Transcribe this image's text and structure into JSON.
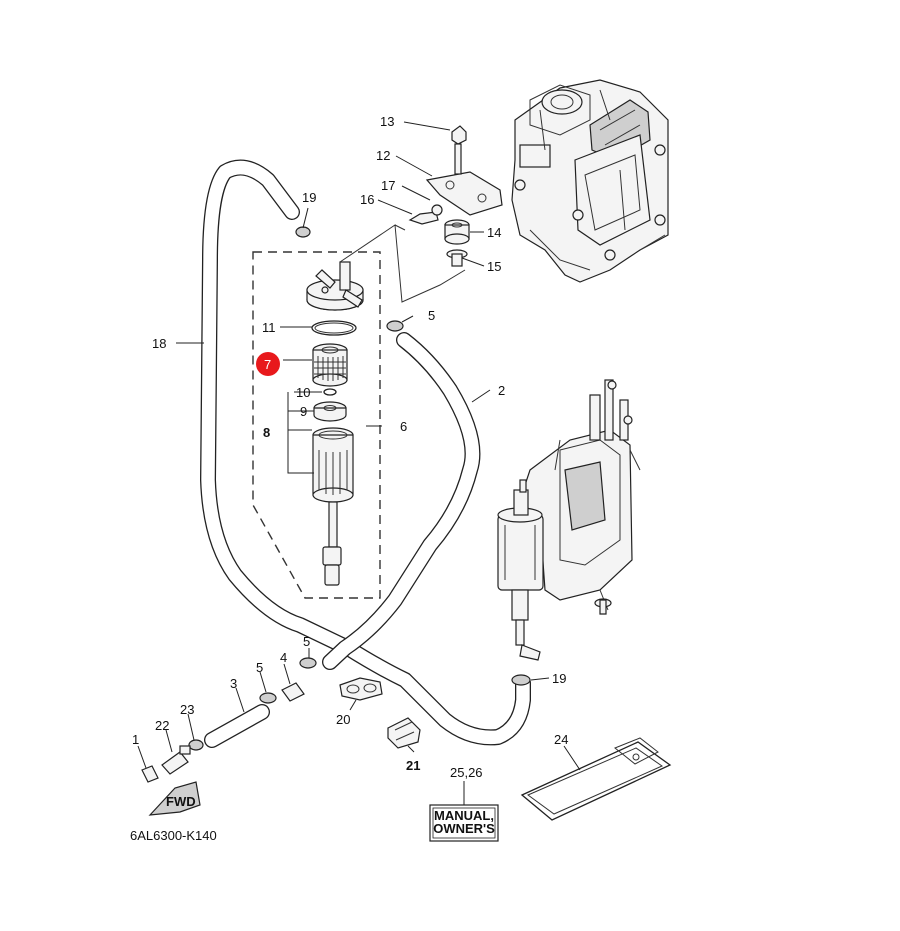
{
  "callouts": {
    "c1": "1",
    "c2": "2",
    "c3": "3",
    "c4": "4",
    "c5a": "5",
    "c5b": "5",
    "c5c": "5",
    "c6": "6",
    "c7": "7",
    "c8": "8",
    "c9": "9",
    "c10": "10",
    "c11": "11",
    "c12": "12",
    "c13": "13",
    "c14": "14",
    "c15": "15",
    "c16": "16",
    "c17": "17",
    "c18": "18",
    "c19a": "19",
    "c19b": "19",
    "c20": "20",
    "c21": "21",
    "c22": "22",
    "c23": "23",
    "c24": "24",
    "c2526": "25,26"
  },
  "manual_box": {
    "line1": "MANUAL,",
    "line2": "OWNER'S"
  },
  "fwd_label": "FWD",
  "diagram_code": "6AL6300-K140",
  "highlight_color": "#e8191c"
}
